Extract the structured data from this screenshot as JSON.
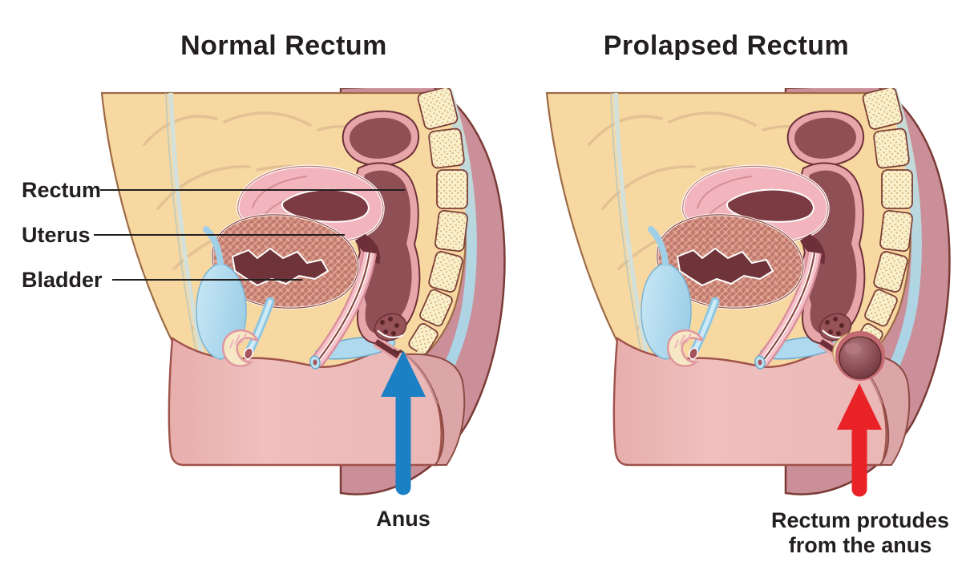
{
  "titles": {
    "left": "Normal Rectum",
    "right": "Prolapsed Rectum"
  },
  "annotations": {
    "rectum": "Rectum",
    "uterus": "Uterus",
    "bladder": "Bladder",
    "anus": "Anus",
    "prolapse": "Rectum protudes from the anus"
  },
  "palette": {
    "text": "#231f20",
    "arrow_blue": "#1b80c4",
    "arrow_red": "#e92227",
    "skin": "#f7d8a1",
    "body_outline": "#9c6a46",
    "lower_body_pink": "#ecbbb9",
    "thigh_pink": "#dca6a8",
    "back_rose": "#ca8f99",
    "organ_dark": "#8e4f55",
    "organ_rim": "#e7a6aa",
    "organ_outline": "#6d3038",
    "uterus_pink": "#f2b5be",
    "uterus_cavity": "#7c3b42",
    "bladder_fill": "#c0796d",
    "bladder_cavity": "#6f343a",
    "spine_cream": "#f9efcb",
    "spine_dots": "#c49c55",
    "blue_band": "#a9d3e9",
    "blue_organ": "#aed9ee"
  }
}
